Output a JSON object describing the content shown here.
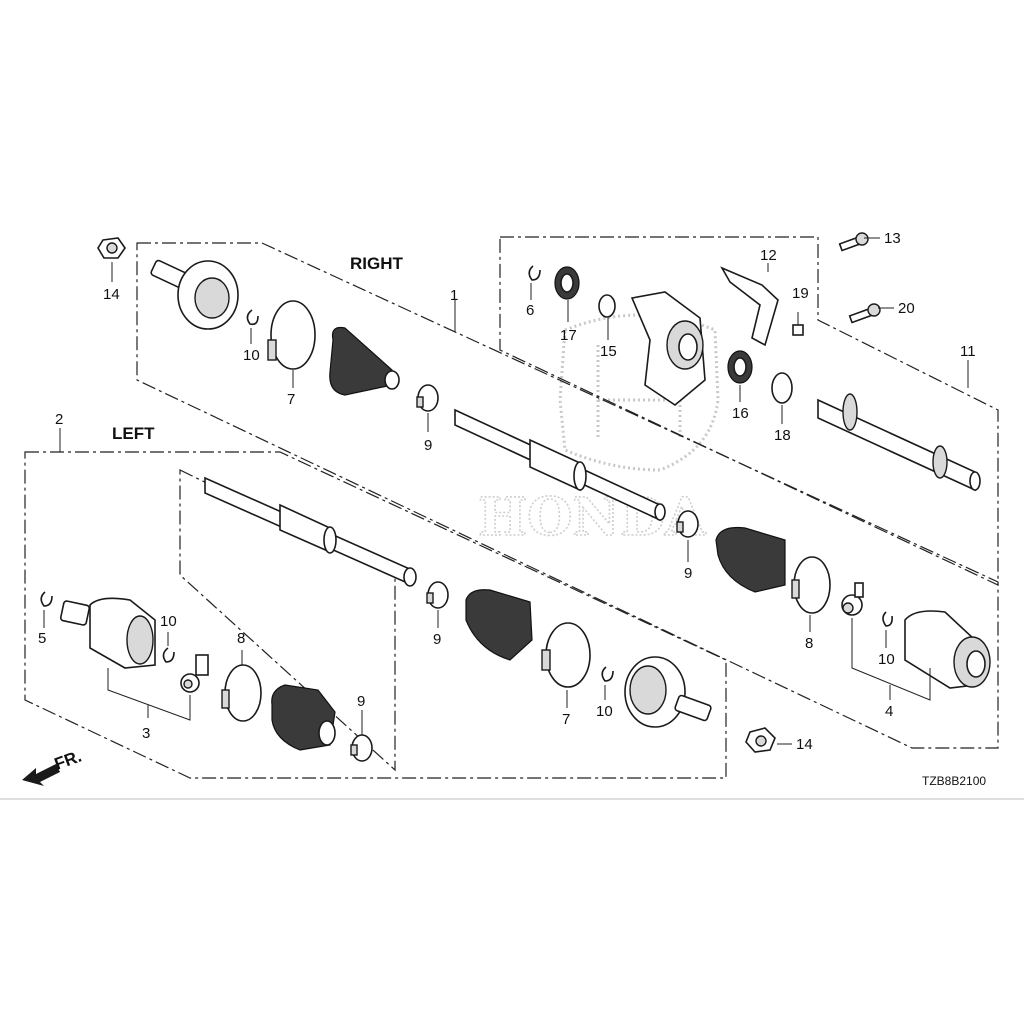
{
  "diagram": {
    "labels": {
      "right": "RIGHT",
      "left": "LEFT"
    },
    "direction_marker": "FR.",
    "figure_code": "TZB8B2100",
    "watermark": "HONDA",
    "callouts": [
      "1",
      "2",
      "3",
      "4",
      "5",
      "6",
      "7",
      "7",
      "8",
      "8",
      "9",
      "9",
      "9",
      "9",
      "10",
      "10",
      "10",
      "10",
      "11",
      "12",
      "13",
      "14",
      "14",
      "15",
      "16",
      "17",
      "18",
      "19",
      "20"
    ]
  }
}
